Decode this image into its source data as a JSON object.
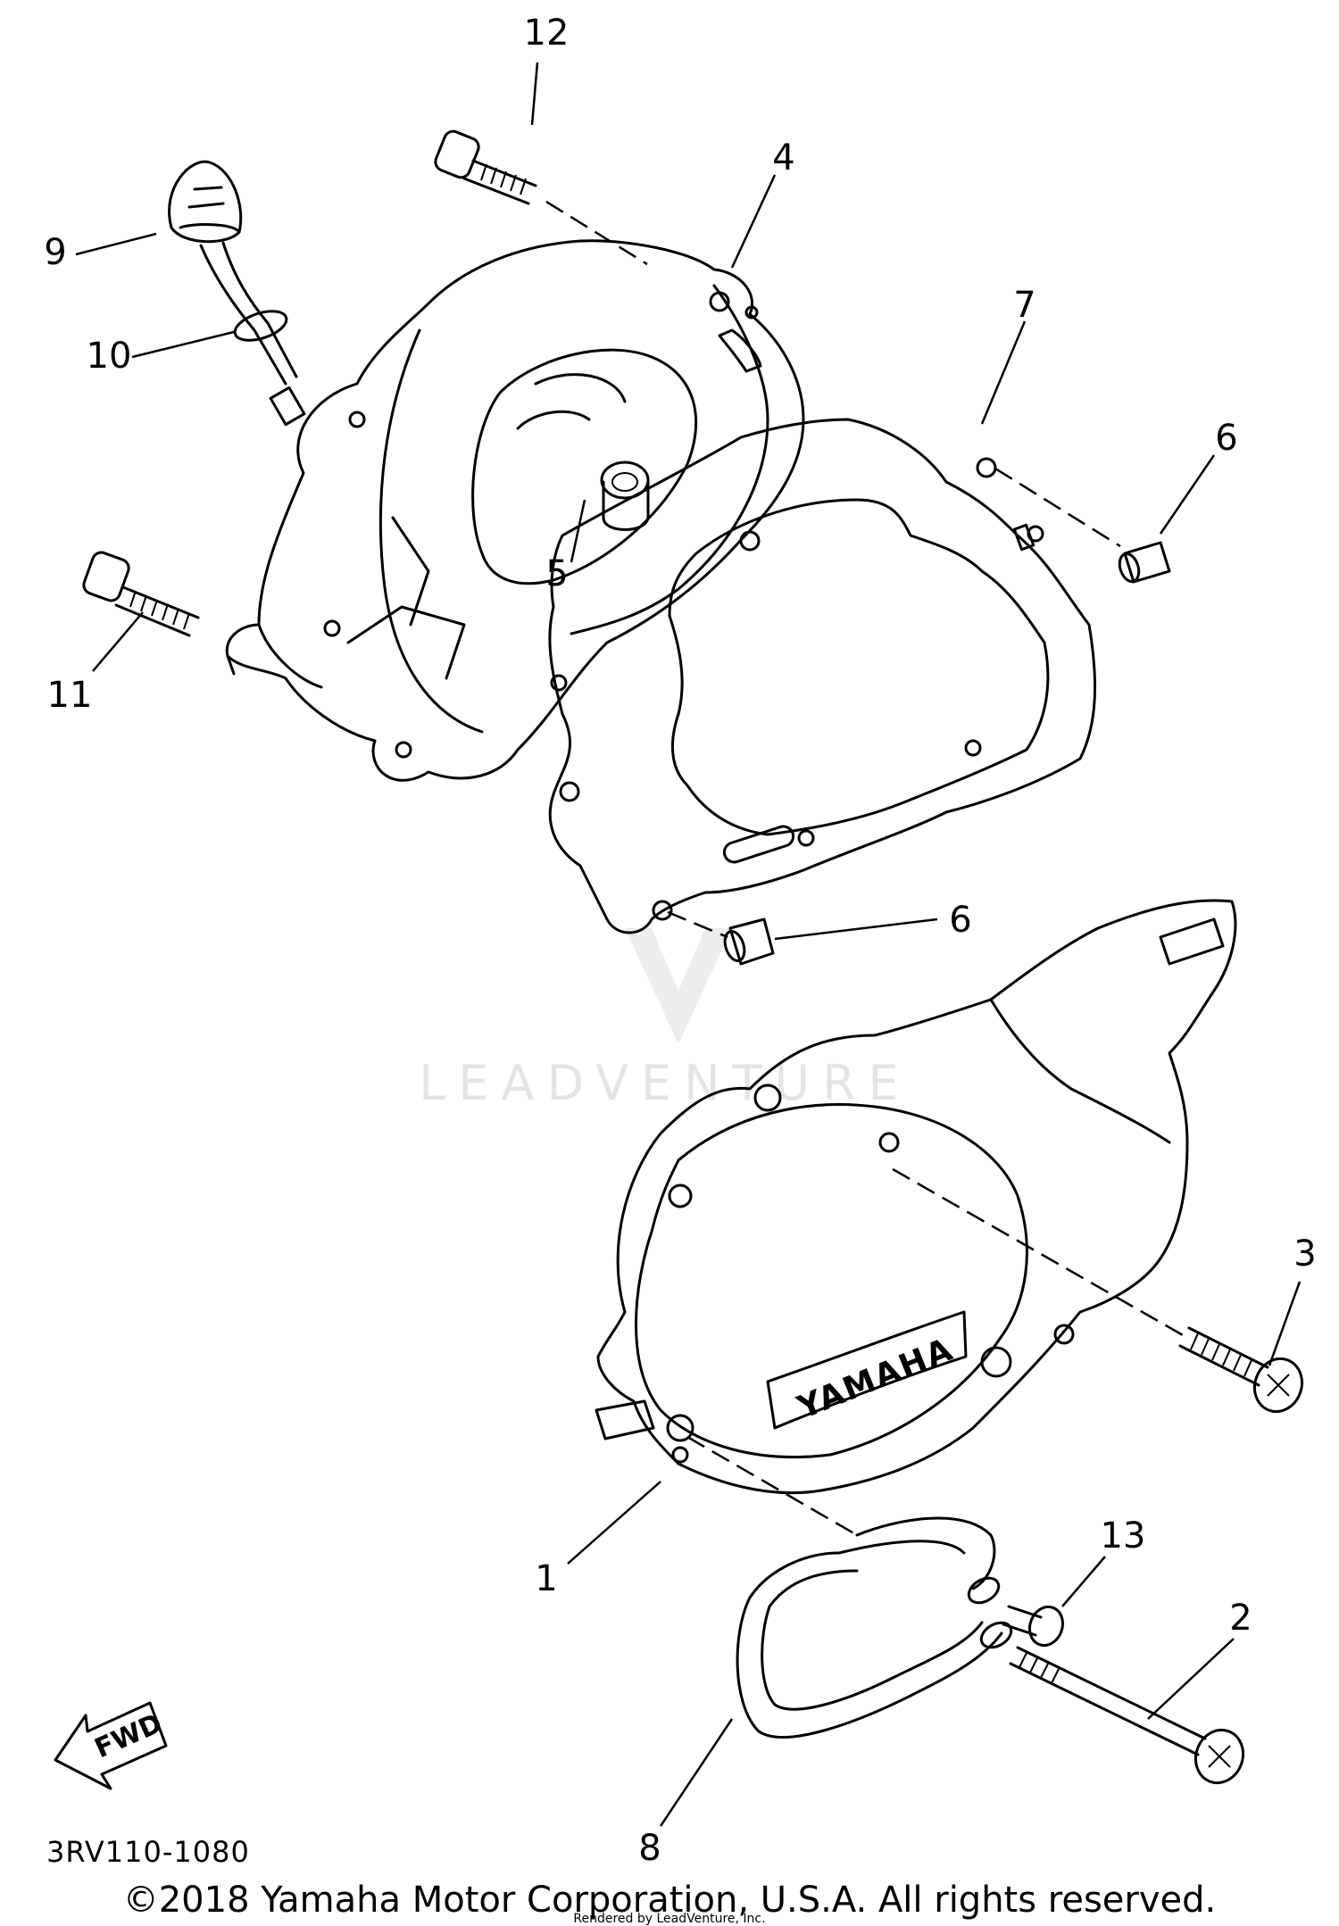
{
  "diagram": {
    "callouts": [
      {
        "id": "1",
        "text": "1"
      },
      {
        "id": "2",
        "text": "2"
      },
      {
        "id": "3",
        "text": "3"
      },
      {
        "id": "4",
        "text": "4"
      },
      {
        "id": "5",
        "text": "5"
      },
      {
        "id": "6a",
        "text": "6"
      },
      {
        "id": "6b",
        "text": "6"
      },
      {
        "id": "7",
        "text": "7"
      },
      {
        "id": "8",
        "text": "8"
      },
      {
        "id": "9",
        "text": "9"
      },
      {
        "id": "10",
        "text": "10"
      },
      {
        "id": "11",
        "text": "11"
      },
      {
        "id": "12",
        "text": "12"
      },
      {
        "id": "13",
        "text": "13"
      }
    ],
    "fwd_label": "FWD",
    "brand_label": "YAMAHA",
    "watermark": "LEADVENTURE"
  },
  "footer": {
    "ref_code": "3RV110-1080",
    "copyright": "©2018 Yamaha Motor Corporation, U.S.A. All rights reserved.",
    "rendered_by": "Rendered by LeadVenture, Inc."
  }
}
